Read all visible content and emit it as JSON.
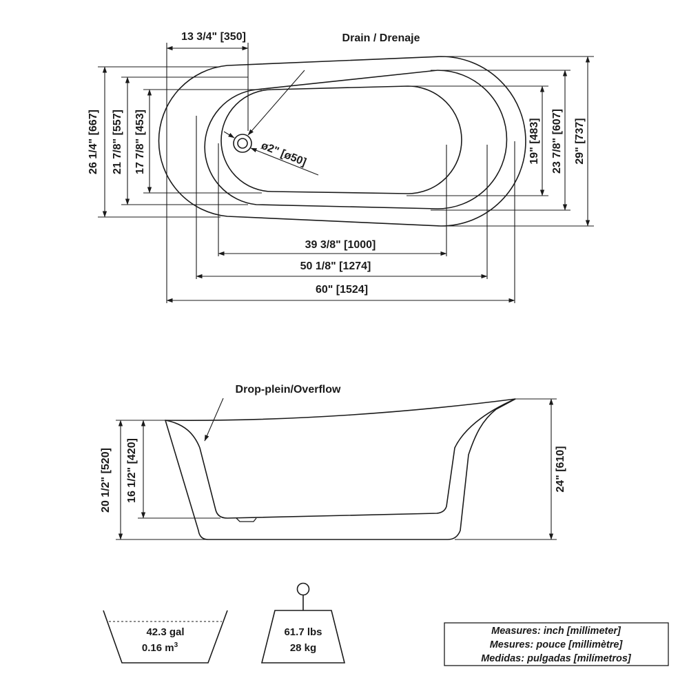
{
  "top_view": {
    "labels": {
      "drain": "Drain / Drenaje",
      "drain_offset": "13 3/4\" [350]",
      "drain_diameter": "ø2\" [ø50]",
      "width_outer": "29\" [737]",
      "width_rim": "23 7/8\" [607]",
      "width_inner": "19\" [483]",
      "height_outer": "26 1/4\" [667]",
      "height_rim": "21 7/8\" [557]",
      "height_inner": "17 7/8\" [453]",
      "len_inner": "39 3/8\" [1000]",
      "len_rim": "50 1/8\" [1274]",
      "len_outer": "60\" [1524]"
    }
  },
  "side_view": {
    "labels": {
      "overflow": "Drop-plein/Overflow",
      "height_total": "24\" [610]",
      "height_low_end": "20 1/2\" [520]",
      "depth_inner": "16 1/2\" [420]"
    }
  },
  "capacity": {
    "volume_gal": "42.3 gal",
    "volume_m3": "0.16 m",
    "volume_m3_sup": "3"
  },
  "weight": {
    "lbs": "61.7 lbs",
    "kg": "28 kg"
  },
  "legend": {
    "line1": "Measures: inch [millimeter]",
    "line2": "Mesures: pouce [millimètre]",
    "line3": "Medidas: pulgadas [milímetros]"
  }
}
